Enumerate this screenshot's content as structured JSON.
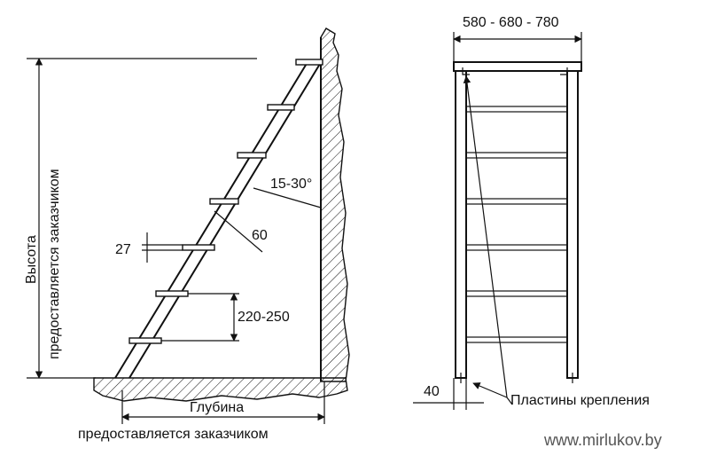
{
  "labels": {
    "height_line1": "Высота",
    "height_line2": "предоставляется заказчиком",
    "angle": "15-30°",
    "thickness": "60",
    "tread_height": "27",
    "step_spacing": "220-250",
    "depth": "Глубина",
    "depth_note": "предоставляется заказчиком",
    "width_options": "580 - 680 - 780",
    "side_offset": "40",
    "plates": "Пластины крепления",
    "watermark": "www.mirlukov.by"
  }
}
